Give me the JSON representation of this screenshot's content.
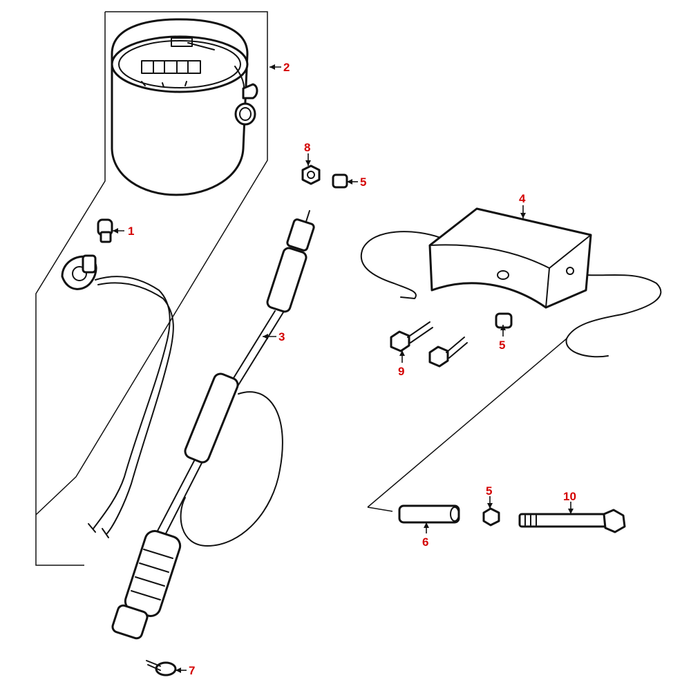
{
  "diagram": {
    "label_color": "#d40000",
    "callouts": [
      {
        "id": "1",
        "text": "1"
      },
      {
        "id": "2",
        "text": "2"
      },
      {
        "id": "3",
        "text": "3"
      },
      {
        "id": "4",
        "text": "4"
      },
      {
        "id": "5a",
        "text": "5"
      },
      {
        "id": "5b",
        "text": "5"
      },
      {
        "id": "5c",
        "text": "5"
      },
      {
        "id": "6",
        "text": "6"
      },
      {
        "id": "7",
        "text": "7"
      },
      {
        "id": "8",
        "text": "8"
      },
      {
        "id": "9",
        "text": "9"
      },
      {
        "id": "10",
        "text": "10"
      }
    ]
  }
}
